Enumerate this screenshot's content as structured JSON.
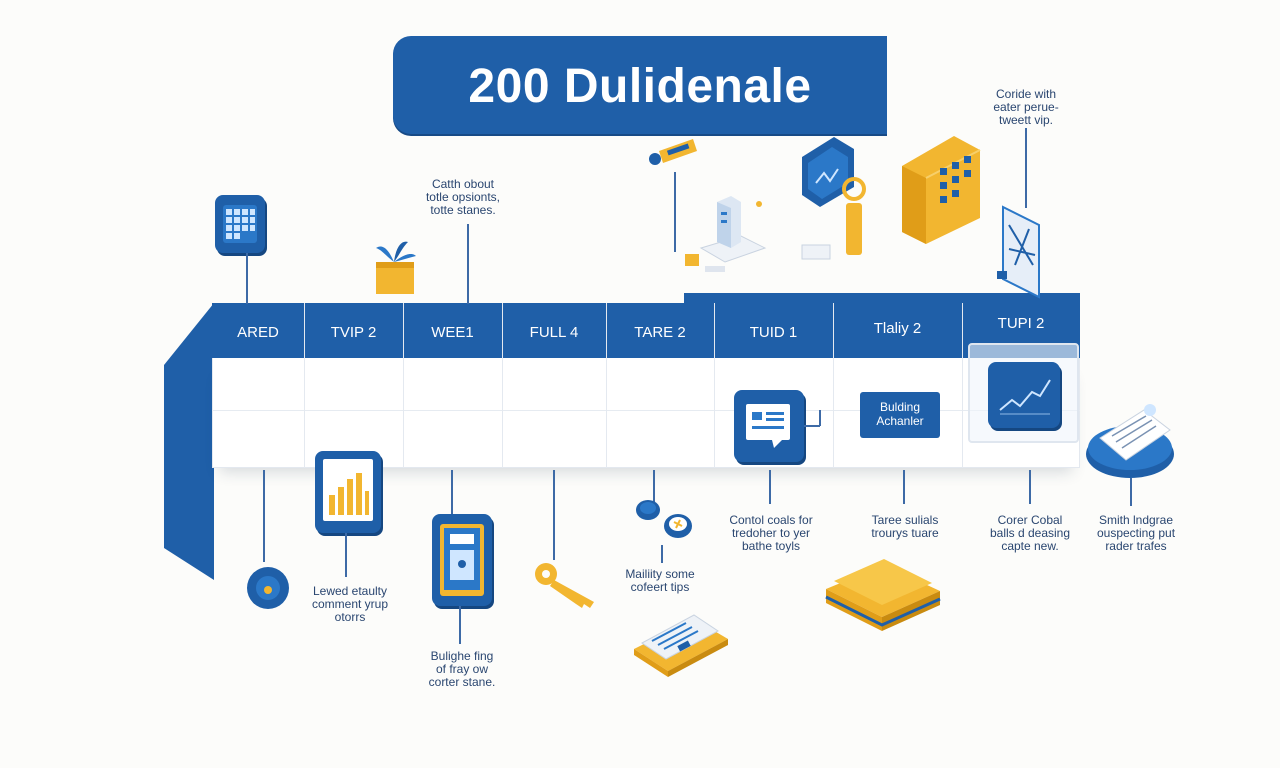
{
  "title": "200 Dulidenale",
  "timeline": {
    "columns": [
      {
        "label": "ARED"
      },
      {
        "label": "TVIP 2"
      },
      {
        "label": "WEE1"
      },
      {
        "label": "FULL 4"
      },
      {
        "label": "TARE 2"
      },
      {
        "label": "TUID 1"
      },
      {
        "label": "Tlaliy 2"
      },
      {
        "label": "TUPI 2"
      }
    ]
  },
  "callout_card": {
    "line1": "Bulding",
    "line2": "Achanler"
  },
  "annotations": {
    "top_left": [
      "Catth obout",
      "totle opsionts,",
      "totte stanes."
    ],
    "top_right": [
      "Coride with",
      "eater perue-",
      "tweett vip."
    ],
    "bottom_1": [
      "Lewed etaulty",
      "comment yrup",
      "otorrs"
    ],
    "bottom_2": [
      "Bulighe fing",
      "of fray ow",
      "corter stane."
    ],
    "bottom_3": [
      "Mailiity some",
      "cofeert tips"
    ],
    "bottom_4": [
      "Contol coals for",
      "tredoher to yer",
      "bathe toyls"
    ],
    "bottom_5": [
      "Taree sulials",
      "trourys tuare"
    ],
    "bottom_6": [
      "Corer Cobal",
      "balls d deasing",
      "capte new."
    ],
    "bottom_7": [
      "Smith lndgrae",
      "ouspecting put",
      "rader trafes"
    ]
  },
  "icons": [
    "calendar-grid-icon",
    "potted-plant-icon",
    "label-tag-icon",
    "server-stack-icon",
    "image-keycard-icon",
    "yellow-calendar-box-icon",
    "glass-panel-icon",
    "bar-chart-monitor-icon",
    "tablet-device-icon",
    "key-icon",
    "toggle-buttons-icon",
    "document-tray-icon",
    "chat-card-icon",
    "line-chart-icon",
    "document-stack-icon",
    "yellow-stacked-block-icon",
    "circle-badge-icon"
  ],
  "colors": {
    "primary": "#1f5fa8",
    "accent": "#f2b630",
    "background": "#fcfcfa"
  }
}
